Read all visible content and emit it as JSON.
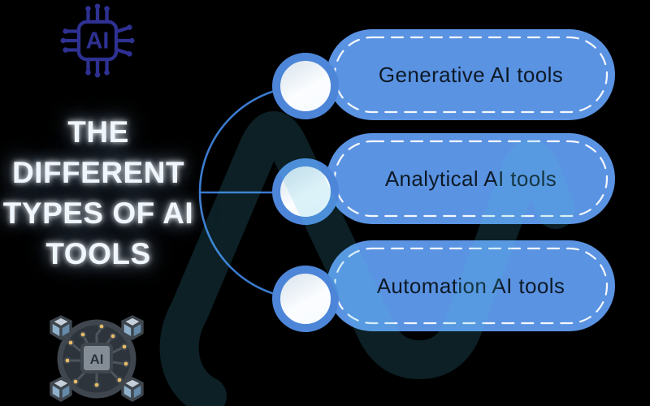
{
  "title": {
    "lines": [
      "THE",
      "DIFFERENT",
      "TYPES OF AI",
      "TOOLS"
    ]
  },
  "pills": [
    {
      "label": "Generative AI tools"
    },
    {
      "label": "Analytical AI tools"
    },
    {
      "label": "Automation AI tools"
    }
  ],
  "header_icon": {
    "chip_label": "AI"
  },
  "footer_icon": {
    "chip_label": "AI"
  },
  "colors": {
    "background": "#000000",
    "pill_blue": "#5b93e3",
    "node_ring_blue": "#4d86d8",
    "connector_blue": "#3c7bd0",
    "dashed_border": "#f4f8fc",
    "pill_text": "#0d1a26",
    "title_text": "#eff6fd",
    "chip_indigo": "#2e3192",
    "watermark_teal": "#0e262e",
    "circuit_outline": "#3f464e",
    "circuit_dot_yellow": "#e6bb68",
    "cube_blue": "#7fa0bc"
  }
}
